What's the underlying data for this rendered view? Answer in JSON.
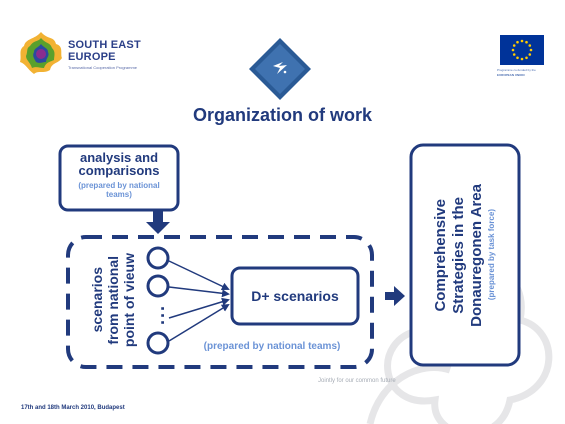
{
  "header": {
    "see_logo_line1": "SOUTH EAST",
    "see_logo_line2": "EUROPE",
    "see_logo_line3": "Transnational Cooperation Programme",
    "eu_caption_line1": "Programme co-funded by the",
    "eu_caption_line2": "EUROPEAN UNION"
  },
  "title": "Organization of work",
  "diagram": {
    "analysis_line1": "analysis and",
    "analysis_line2": "comparisons",
    "analysis_note_line1": "(prepared by national",
    "analysis_note_line2": "teams)",
    "scenarios_line1": "scenarios",
    "scenarios_line2": "from national",
    "scenarios_line3": "point of vieuw",
    "dots": "...",
    "dplus": "D+ scenarios",
    "national_note": "(prepared by national teams)",
    "comprehensive_line1": "Comprehensive",
    "comprehensive_line2": "Strategies in the",
    "comprehensive_line3": "Donauregonen Area",
    "taskforce_note": "(prepared by task force)"
  },
  "footer": {
    "tagline": "Jointly for our common future",
    "date": "17th  and 18th March 2010, Budapest"
  },
  "colors": {
    "frame_navy": "#213a7d",
    "accent_lightblue": "#6b93d6",
    "eu_blue": "#003399",
    "eu_star": "#ffcc00"
  }
}
